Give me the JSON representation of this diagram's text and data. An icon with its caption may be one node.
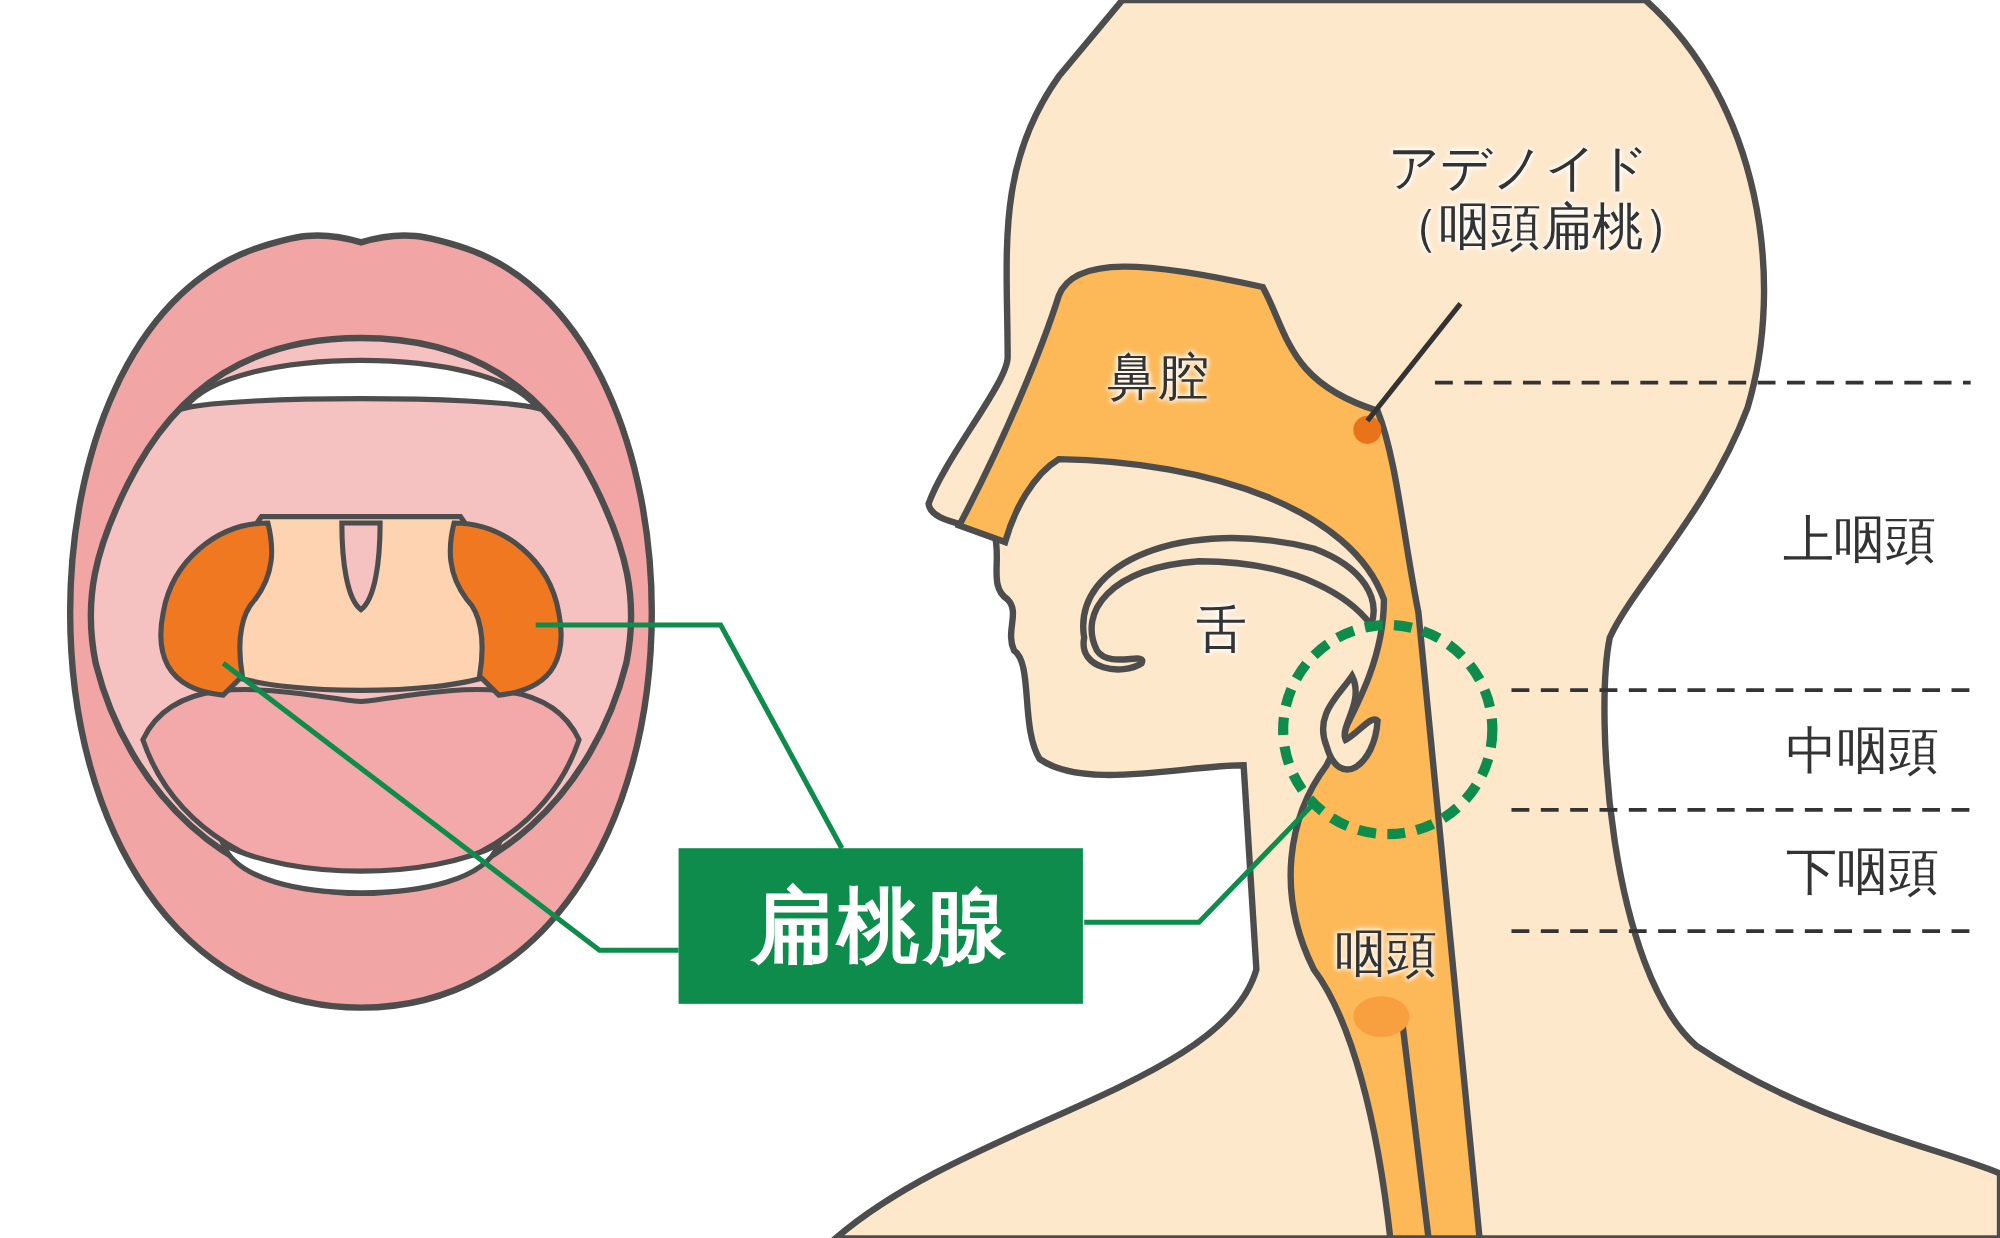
{
  "diagram": {
    "nodes": [
      {
        "text": [
          "アデノイド（咽頭扁桃）"
        ]
      },
      {
        "text": [],
        "shape": "circle"
      },
      {
        "text": [
          "扁桃腺"
        ]
      },
      {
        "text": [],
        "shape": "picture"
      },
      {
        "text": [],
        "shape": "picture"
      },
      {
        "text": [],
        "shape": "circle"
      }
    ],
    "edges": [
      {
        "from": 0,
        "to": 1,
        "arrow": "none",
        "color": "#333333"
      },
      {
        "from": 2,
        "to": 3,
        "arrow": "none"
      },
      {
        "from": 2,
        "to": 4,
        "arrow": "none"
      },
      {
        "from": 2,
        "to": 5,
        "arrow": "none"
      }
    ],
    "labels": [
      "鼻腔",
      "上咽頭",
      "舌",
      "中咽頭",
      "下咽頭",
      "咽頭"
    ]
  }
}
